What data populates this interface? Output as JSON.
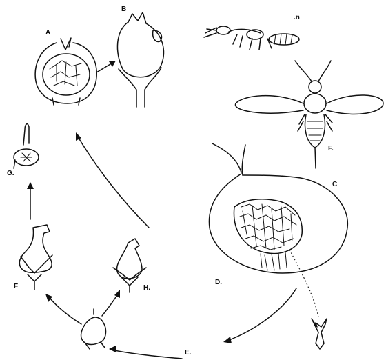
{
  "diagram": {
    "labels": {
      "A": "A",
      "B": "B",
      "C": "C",
      "D": "D.",
      "E": "E.",
      "F_wasp": "F.",
      "F_fig": "F",
      "G": "G.",
      "H": "H.",
      "n": ".n"
    },
    "colors": {
      "ink": "#111111",
      "background": "#ffffff"
    }
  }
}
